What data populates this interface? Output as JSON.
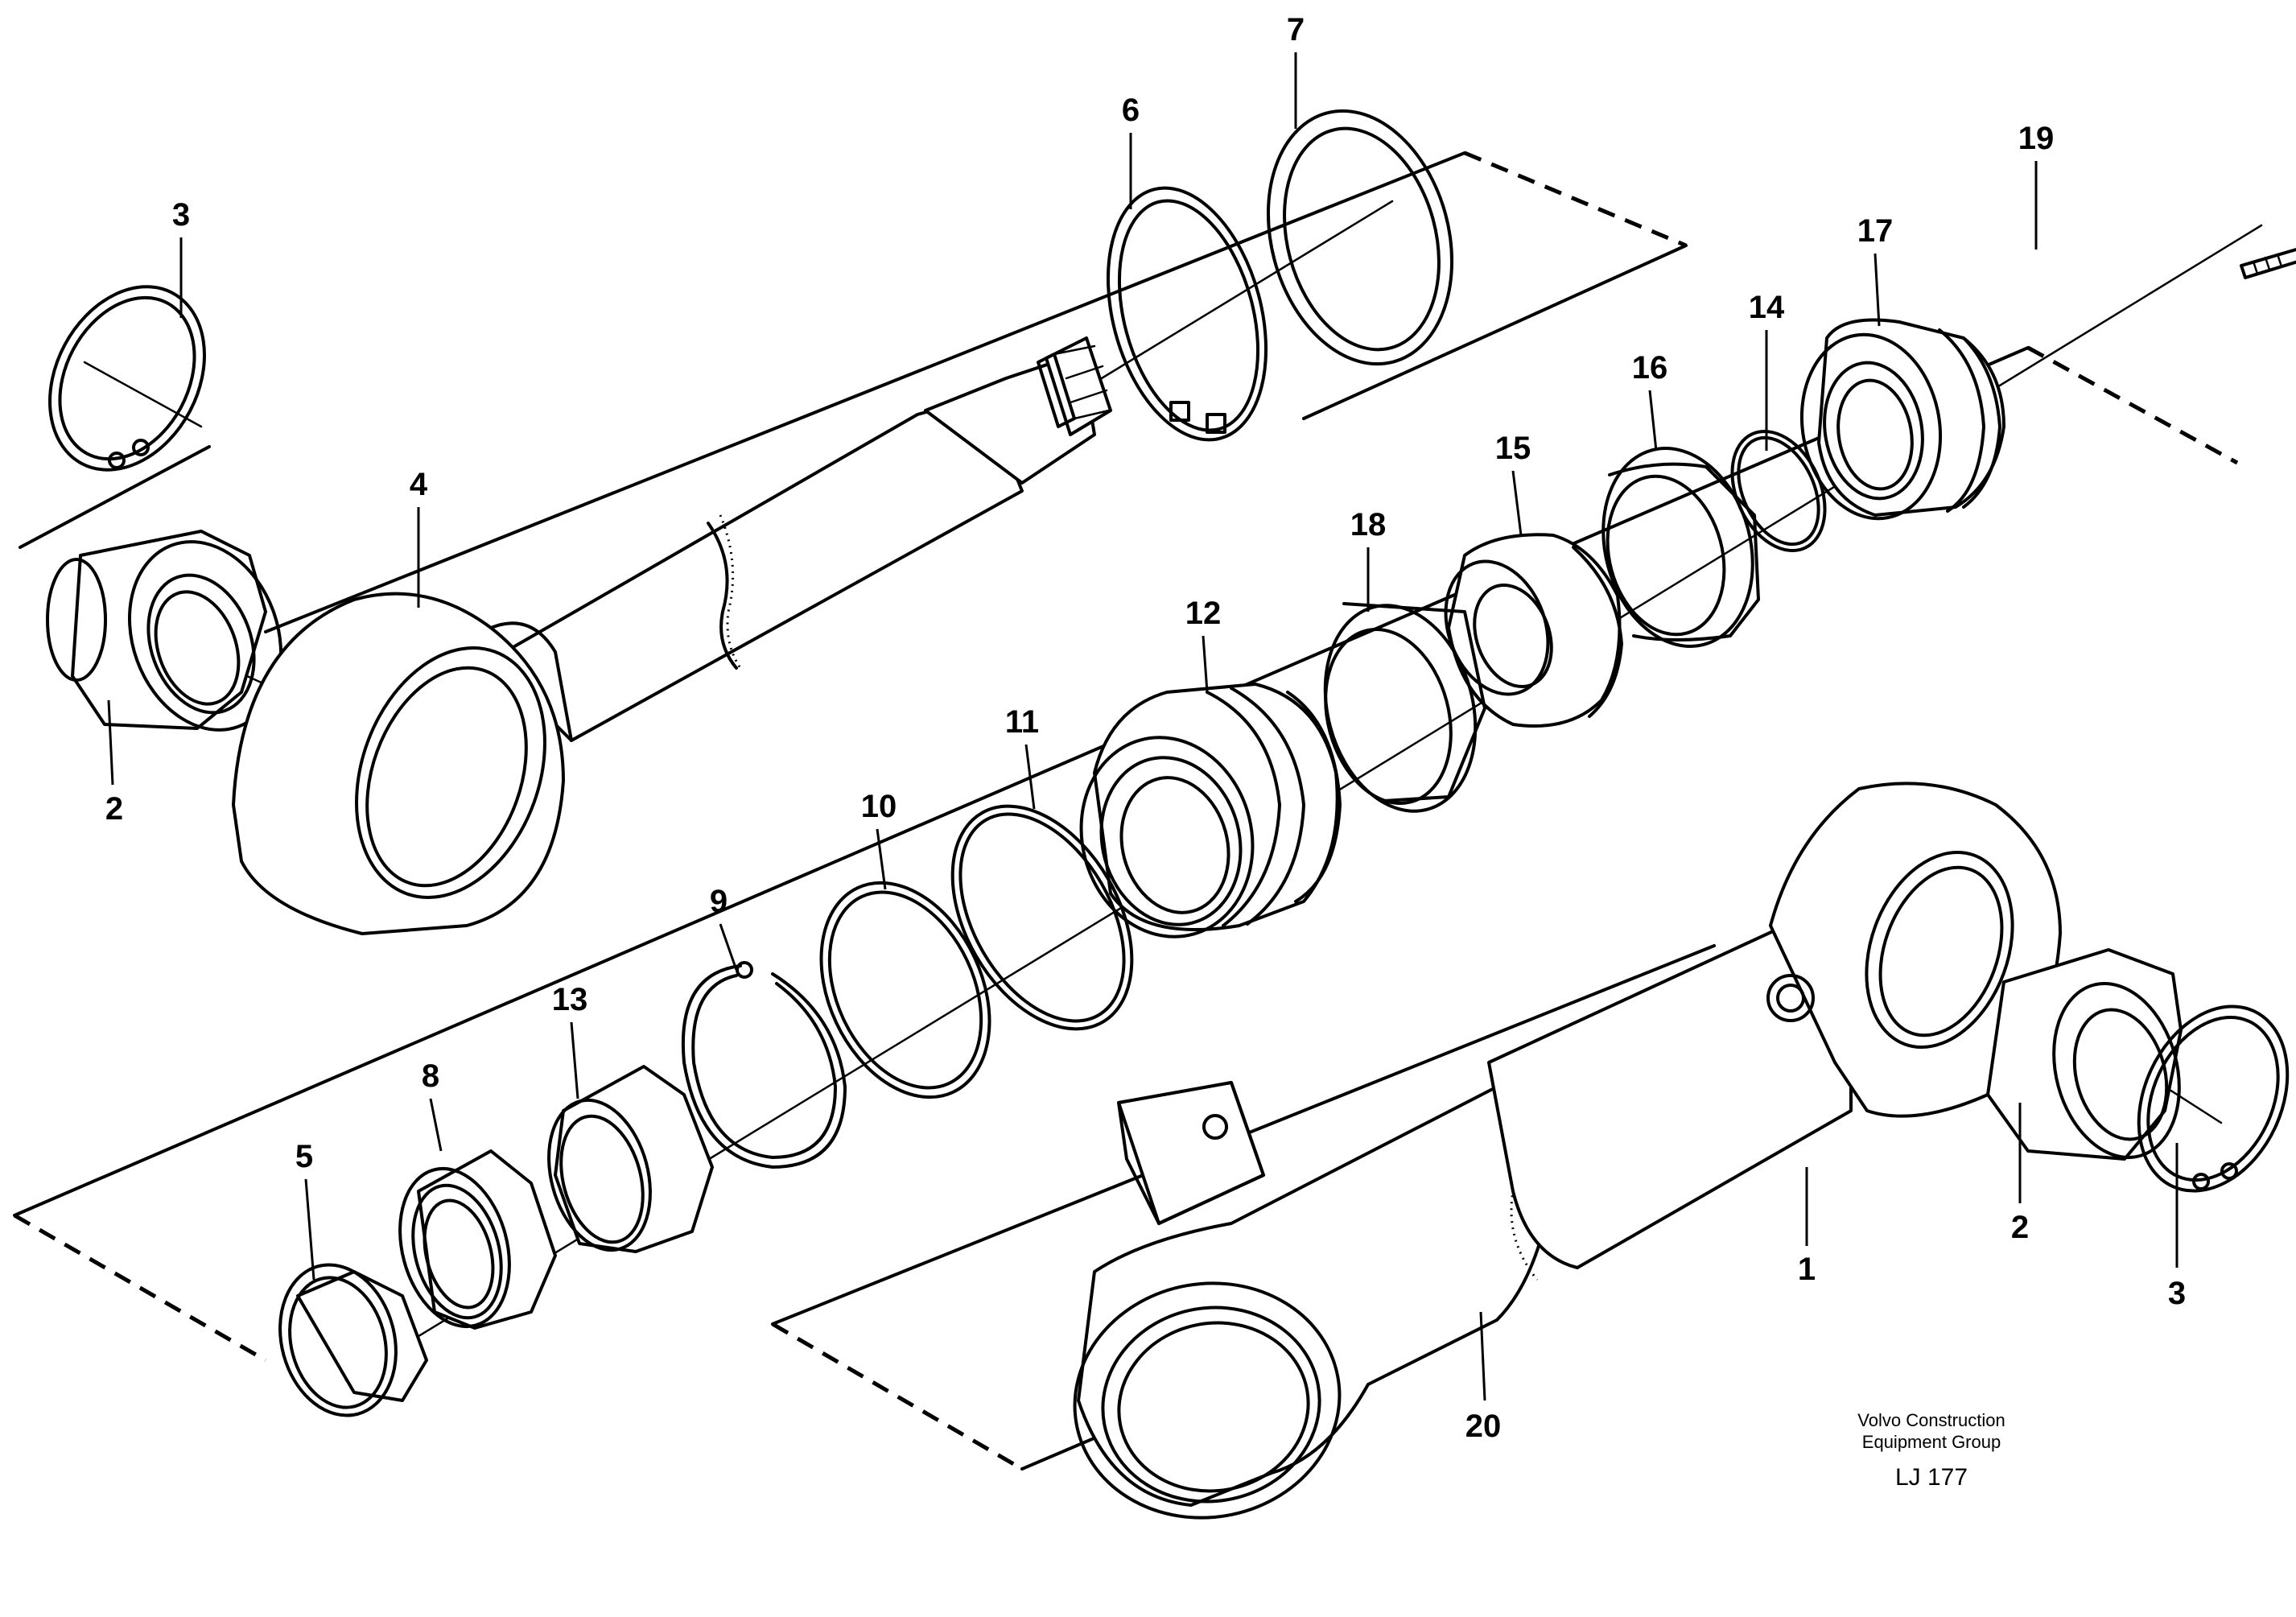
{
  "callouts": [
    "1",
    "2",
    "3",
    "4",
    "5",
    "6",
    "7",
    "8",
    "9",
    "10",
    "11",
    "12",
    "13",
    "14",
    "15",
    "16",
    "17",
    "18",
    "19",
    "20"
  ],
  "footer": {
    "company_line1": "Volvo Construction",
    "company_line2": "Equipment Group",
    "code": "LJ 177"
  }
}
